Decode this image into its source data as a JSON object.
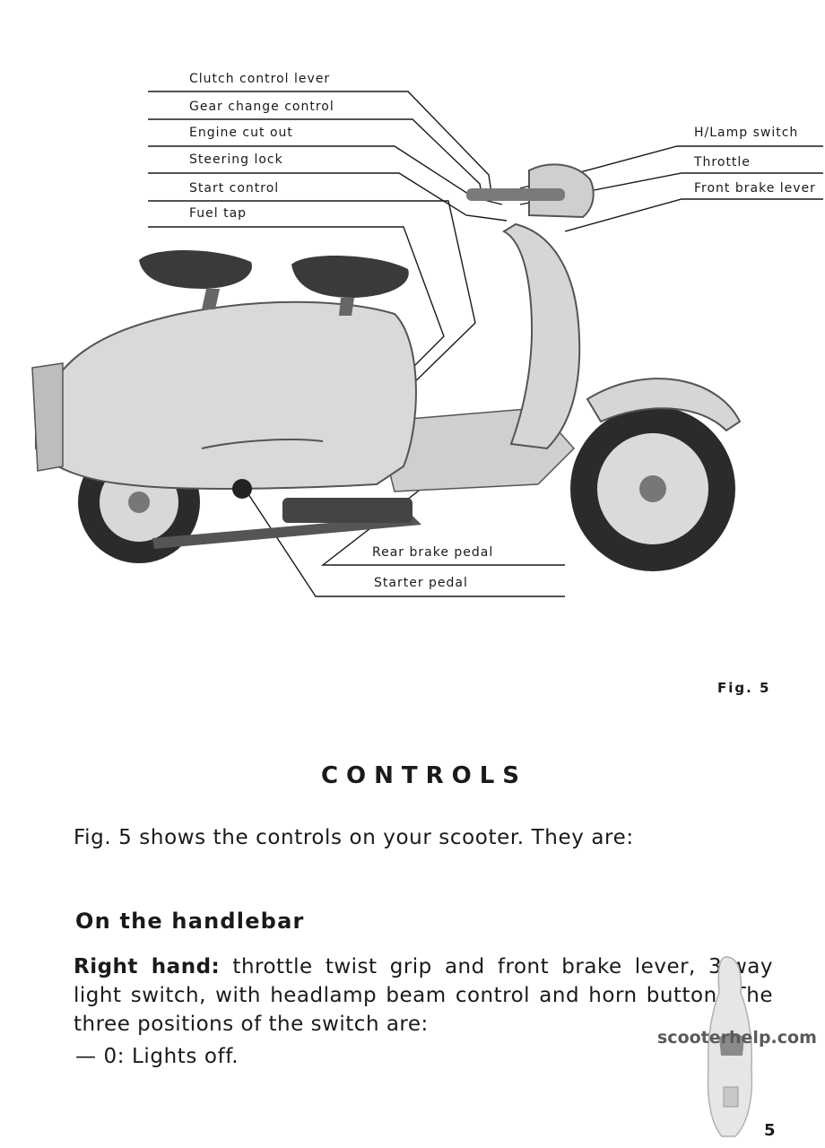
{
  "figure": {
    "callouts_left": [
      "Clutch control lever",
      "Gear change control",
      "Engine cut out",
      "Steering lock",
      "Start control",
      "Fuel tap"
    ],
    "callouts_right": [
      "H/Lamp switch",
      "Throttle",
      "Front brake lever"
    ],
    "callouts_bottom": [
      "Rear brake pedal",
      "Starter pedal"
    ],
    "label": "Fig. 5"
  },
  "heading": "CONTROLS",
  "intro": "Fig. 5 shows the controls on your scooter. They are:",
  "section": {
    "title": "On the handlebar",
    "paragraph_lead": "Right hand:",
    "paragraph_body": " throttle twist grip and front brake lever, 3-way light switch, with headlamp beam control and horn button. The three positions of the switch are:",
    "list_item": "— 0: Lights off."
  },
  "watermark": "scooterhelp.com",
  "page_number": "5"
}
